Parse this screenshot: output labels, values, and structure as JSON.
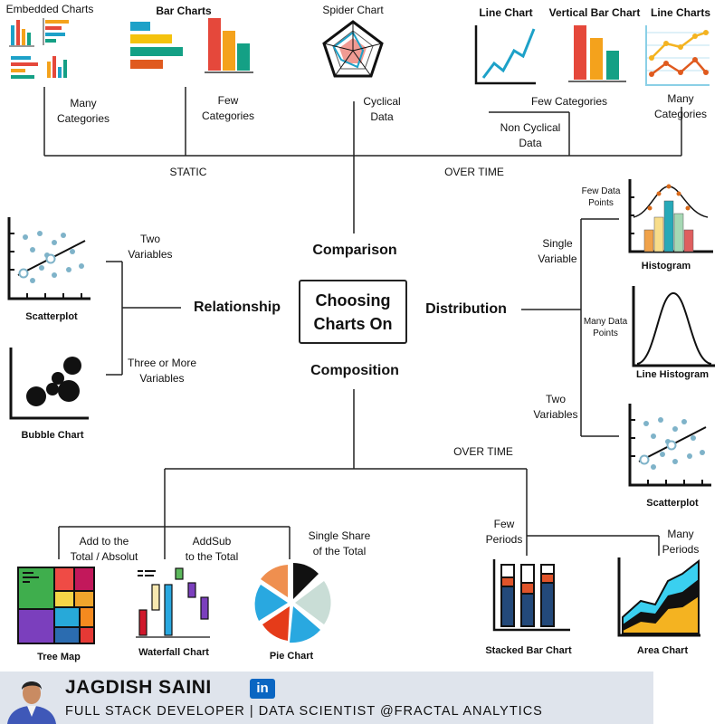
{
  "center": {
    "line1": "Choosing",
    "line2": "Charts On"
  },
  "categories": {
    "comparison": "Comparison",
    "relationship": "Relationship",
    "distribution": "Distribution",
    "composition": "Composition"
  },
  "comparison": {
    "static": "STATIC",
    "over_time": "OVER TIME",
    "many_categories": [
      "Many",
      "Categories"
    ],
    "few_categories": [
      "Few",
      "Categories"
    ],
    "cyclical_data": [
      "Cyclical",
      "Data"
    ],
    "few_categories_time": "Few Categories",
    "non_cyclical_data": [
      "Non Cyclical",
      "Data"
    ],
    "many_categories_time": [
      "Many",
      "Categories"
    ],
    "charts": {
      "embedded": "Embedded Charts",
      "bar": "Bar Charts",
      "spider": "Spider Chart",
      "line": "Line Chart",
      "vertical_bar": "Vertical Bar Chart",
      "lines": "Line Charts"
    }
  },
  "relationship": {
    "two_variables": [
      "Two",
      "Variables"
    ],
    "three_or_more": [
      "Three or More",
      "Variables"
    ],
    "charts": {
      "scatter": "Scatterplot",
      "bubble": "Bubble Chart"
    }
  },
  "distribution": {
    "single_variable": [
      "Single",
      "Variable"
    ],
    "two_variables": [
      "Two",
      "Variables"
    ],
    "few_data_points": [
      "Few Data",
      "Points"
    ],
    "many_data_points": [
      "Many Data",
      "Points"
    ],
    "charts": {
      "histogram": "Histogram",
      "line_histogram": "Line Histogram",
      "scatter": "Scatterplot"
    }
  },
  "composition": {
    "over_time": "OVER TIME",
    "add_to_total": [
      "Add to the",
      "Total / Absolut"
    ],
    "addsub": [
      "AddSub",
      "to the Total"
    ],
    "single_share": [
      "Single Share",
      "of the Total"
    ],
    "few_periods": [
      "Few",
      "Periods"
    ],
    "many_periods": [
      "Many",
      "Periods"
    ],
    "charts": {
      "tree_map": "Tree Map",
      "waterfall": "Waterfall Chart",
      "pie": "Pie Chart",
      "stacked_bar": "Stacked Bar Chart",
      "area": "Area Chart"
    }
  },
  "footer": {
    "name": "JAGDISH SAINI",
    "linkedin": "in",
    "role": "FULL STACK DEVELOPER | DATA SCIENTIST @FRACTAL ANALYTICS"
  }
}
